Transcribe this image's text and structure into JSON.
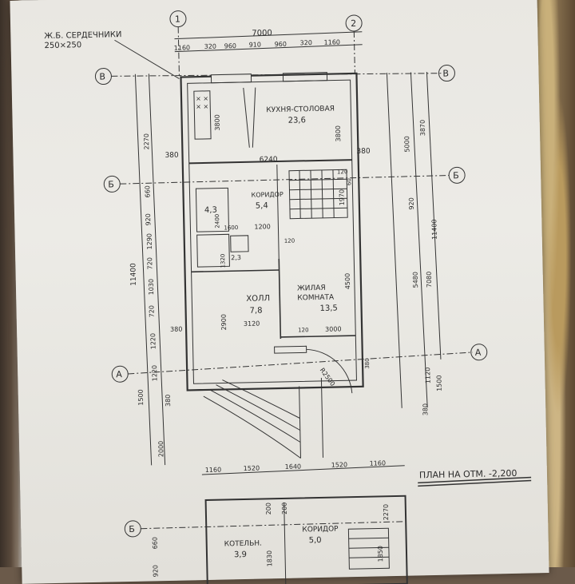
{
  "note": {
    "line1": "Ж.Б. СЕРДЕЧНИКИ",
    "line2": "250×250"
  },
  "axes": {
    "a1": "1",
    "a2": "2",
    "b": "Б",
    "v": "В",
    "a": "А"
  },
  "dims_top": [
    "1160",
    "320",
    "960",
    "910",
    "960",
    "320",
    "1160"
  ],
  "dim_total_top": "7000",
  "dims_bottom": [
    "1160",
    "1520",
    "1640",
    "1520",
    "1160"
  ],
  "dims_left": {
    "d2270": "2270",
    "d920": "920",
    "d660": "660",
    "d1290": "1290",
    "d720a": "720",
    "d1030": "1030",
    "d720b": "720",
    "d1220": "1220",
    "d1220b": "1220",
    "d1500": "1500",
    "d380": "380",
    "d2000": "2000",
    "d11400": "11400"
  },
  "dims_right": {
    "d3870": "3870",
    "d5000": "5000",
    "d920": "920",
    "d11400": "11400",
    "d5480": "5480",
    "d7080": "7080",
    "d1120": "1120",
    "d1500": "1500",
    "d380": "380"
  },
  "rooms": {
    "kitchen": {
      "name": "КУХНЯ-СТОЛОВАЯ",
      "area": "23,6"
    },
    "corridor": {
      "name": "КОРИДОР",
      "area": "5,4"
    },
    "wc": {
      "area": "4,3"
    },
    "storage": {
      "area": "2,3"
    },
    "hall": {
      "name": "ХОЛЛ",
      "area": "7,8"
    },
    "living": {
      "name": "ЖИЛАЯ",
      "name2": "КОМНАТА",
      "area": "13,5"
    }
  },
  "inner_dims": {
    "k3800a": "3800",
    "k3800b": "3800",
    "k6240": "6240",
    "k380a": "380",
    "k380b": "380",
    "k120": "120",
    "c1970": "1970",
    "c60": "60",
    "c120": "120",
    "c2400": "2400",
    "c1600": "1600",
    "c1200": "1200",
    "c1320": "1320",
    "h2900": "2900",
    "h3120": "3120",
    "h380": "380",
    "l4500": "4500",
    "l3000": "3000",
    "l120": "120",
    "l380": "380",
    "r2500": "R2500"
  },
  "plan_title": "ПЛАН НА ОТМ. -2,200",
  "lower": {
    "axis_b": "Б",
    "boiler": {
      "name": "КОТЕЛЬН.",
      "area": "3,9"
    },
    "corridor": {
      "name": "КОРИДОР",
      "area": "5,0"
    },
    "d200a": "200",
    "d200b": "200",
    "d1830": "1830",
    "d1850": "1850",
    "d2270": "2270",
    "d920": "920",
    "d660": "660"
  }
}
